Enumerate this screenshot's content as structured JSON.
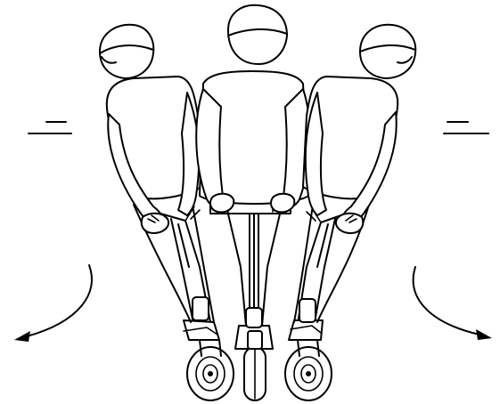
{
  "figure": {
    "subject": "rider-on-electric-scooter-leaning-left-center-right",
    "colors": {
      "line": "#000000",
      "background": "#ffffff"
    },
    "riders": [
      "left-lean",
      "upright",
      "right-lean"
    ],
    "motion_indicators": [
      "speed-lines-left",
      "speed-lines-right",
      "turn-arrow-left",
      "turn-arrow-right"
    ]
  }
}
